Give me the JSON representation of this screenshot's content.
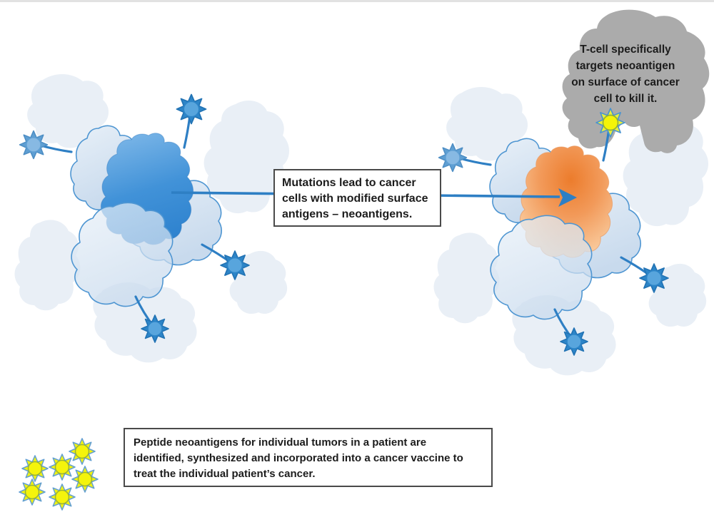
{
  "captions": {
    "mutation": {
      "lines": [
        "Mutations lead to cancer",
        "cells with modified surface",
        "antigens – neoantigens."
      ]
    },
    "tcell": {
      "lines": [
        "T-cell specifically",
        "targets neoantigen",
        "on surface of cancer",
        "cell to kill it."
      ]
    },
    "vaccine": {
      "lines": [
        "Peptide neoantigens for individual tumors in a patient are",
        "identified, synthesized and incorporated into a cancer vaccine to",
        "treat the individual patient’s cancer."
      ]
    }
  },
  "icons": {
    "antigen": "blue-sun-antigen-icon",
    "neoantigen_target": "yellow-sun-neoantigen-icon",
    "vaccine_peptides": "yellow-sun-peptide-icons",
    "tcell": "gray-tcell-blob",
    "arrow": "mutation-arrow"
  },
  "colors": {
    "accent_blue": "#2e7fc4",
    "cell_outline_blue": "#4f96d2",
    "pale_cell": "#e9eff6",
    "cancer_blue_light": "#7db7e8",
    "cancer_blue_dark": "#2f83cf",
    "neo_orange_dark": "#ec7c2c",
    "neo_orange_light": "#fcdfc3",
    "tcell_gray": "#ababab",
    "box_border": "#4a4a4a",
    "text_dark": "#1c1c1c",
    "edge_gray": "#e2e2e2",
    "sun_yellow": "#f4f40c"
  }
}
